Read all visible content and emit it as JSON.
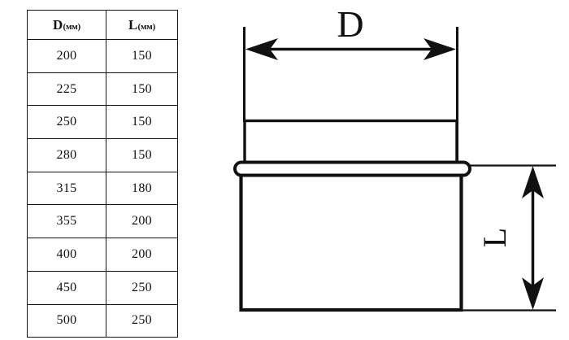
{
  "table": {
    "headers": [
      {
        "symbol": "D",
        "unit": "(мм)"
      },
      {
        "symbol": "L",
        "unit": "(мм)"
      }
    ],
    "rows": [
      {
        "d": "200",
        "l": "150"
      },
      {
        "d": "225",
        "l": "150"
      },
      {
        "d": "250",
        "l": "150"
      },
      {
        "d": "280",
        "l": "150"
      },
      {
        "d": "315",
        "l": "180"
      },
      {
        "d": "355",
        "l": "200"
      },
      {
        "d": "400",
        "l": "200"
      },
      {
        "d": "450",
        "l": "250"
      },
      {
        "d": "500",
        "l": "250"
      }
    ]
  },
  "diagram": {
    "dimension_d_label": "D",
    "dimension_l_label": "L",
    "line_color": "#111111"
  }
}
